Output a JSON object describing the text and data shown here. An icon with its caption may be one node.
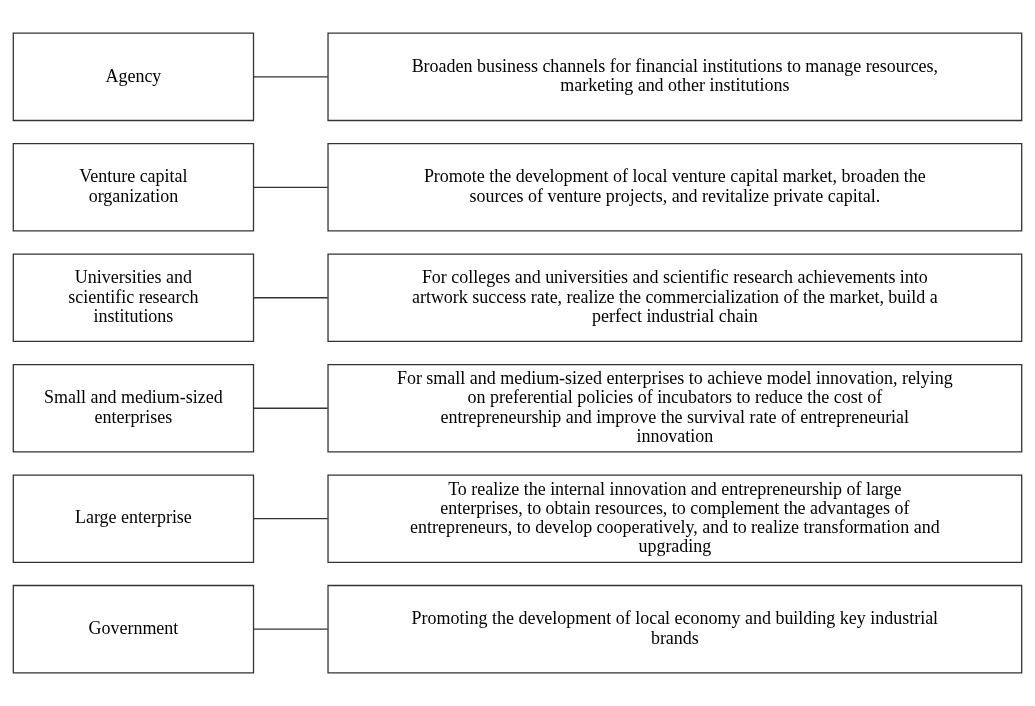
{
  "diagram": {
    "nodes": [
      {
        "text": [
          "Government"
        ]
      },
      {
        "text": [
          "Promoting the development of local economy and building key industrial brands"
        ]
      },
      {
        "text": [
          "Large enterprise"
        ]
      },
      {
        "text": [
          "To realize the internal innovation and entrepreneurship of large enterprises, to obtain resources, to complement the advantages of entrepreneurs, to develop cooperatively, and to realize transformation and upgrading"
        ]
      },
      {
        "text": [
          "Small and medium-sized enterprises"
        ]
      },
      {
        "text": [
          "For small and medium-sized enterprises to achieve model innovation, relying on preferential policies of incubators to reduce the cost of entrepreneurship and improve the survival rate of entrepreneurial innovation"
        ]
      },
      {
        "text": [
          "Universities and scientific research institutions"
        ]
      },
      {
        "text": [
          "For colleges and universities and scientific research achievements into artwork success rate, realize the commercialization of the market, build a perfect industrial chain"
        ]
      },
      {
        "text": [
          "Venture capital organization"
        ]
      },
      {
        "text": [
          "Promote the development of local venture capital market, broaden the sources of venture projects, and revitalize private capital."
        ]
      },
      {
        "text": [
          "Agency"
        ]
      },
      {
        "text": [
          "Broaden business channels for financial institutions to manage resources, marketing and other institutions"
        ]
      }
    ],
    "edges": [
      {
        "from": 0,
        "to": 1,
        "arrow": "none"
      },
      {
        "from": 2,
        "to": 3,
        "arrow": "none"
      },
      {
        "from": 4,
        "to": 5,
        "arrow": "none"
      },
      {
        "from": 6,
        "to": 7,
        "arrow": "none"
      },
      {
        "from": 8,
        "to": 9,
        "arrow": "none"
      },
      {
        "from": 10,
        "to": 11,
        "arrow": "none"
      }
    ]
  }
}
